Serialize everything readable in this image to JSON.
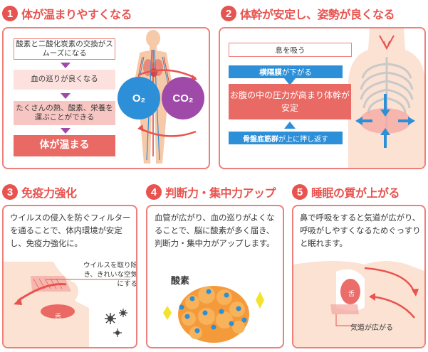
{
  "sections": [
    {
      "num": "1",
      "title": "体が温まりやすくなる"
    },
    {
      "num": "2",
      "title": "体幹が安定し、姿勢が良くなる"
    },
    {
      "num": "3",
      "title": "免疫力強化"
    },
    {
      "num": "4",
      "title": "判断力・集中力アップ"
    },
    {
      "num": "5",
      "title": "睡眠の質が上がる"
    }
  ],
  "panel1": {
    "step1": "酸素と二酸化炭素の交換がスムーズになる",
    "step2": "血の巡りが良くなる",
    "step3": "たくさんの熱、酸素、栄養を運ぶことができる",
    "result": "体が温まる",
    "o2": "O₂",
    "co2": "CO₂"
  },
  "panel2": {
    "inhale": "息を吸う",
    "diaphragm_bold": "横隔膜",
    "diaphragm_rest": "が下がる",
    "pressure": "お腹の中の圧力が高まり体幹が安定",
    "pelvic_bold": "骨盤底筋群",
    "pelvic_rest": "が上に押し返す"
  },
  "panel3": {
    "text": "ウイルスの侵入を防ぐフィルターを通ることで、体内環境が安定し、免疫力強化に。",
    "note": "ウイルスを取り除き、きれいな空気にする",
    "tongue": "舌"
  },
  "panel4": {
    "text": "血管が広がり、血の巡りがよくなることで、脳に酸素が多く届き、判断力・集中力がアップします。",
    "oxygen_label": "酸素"
  },
  "panel5": {
    "text": "鼻で呼吸をすると気道が広がり、呼吸がしやすくなるためぐっすりと眠れます。",
    "airway_label": "気道が広がる",
    "tongue": "舌"
  },
  "colors": {
    "accent": "#e8534f",
    "border": "#ef7f7b",
    "blue": "#2d8fd8",
    "purple": "#9f4aa8",
    "yellow": "#f5e22a"
  }
}
